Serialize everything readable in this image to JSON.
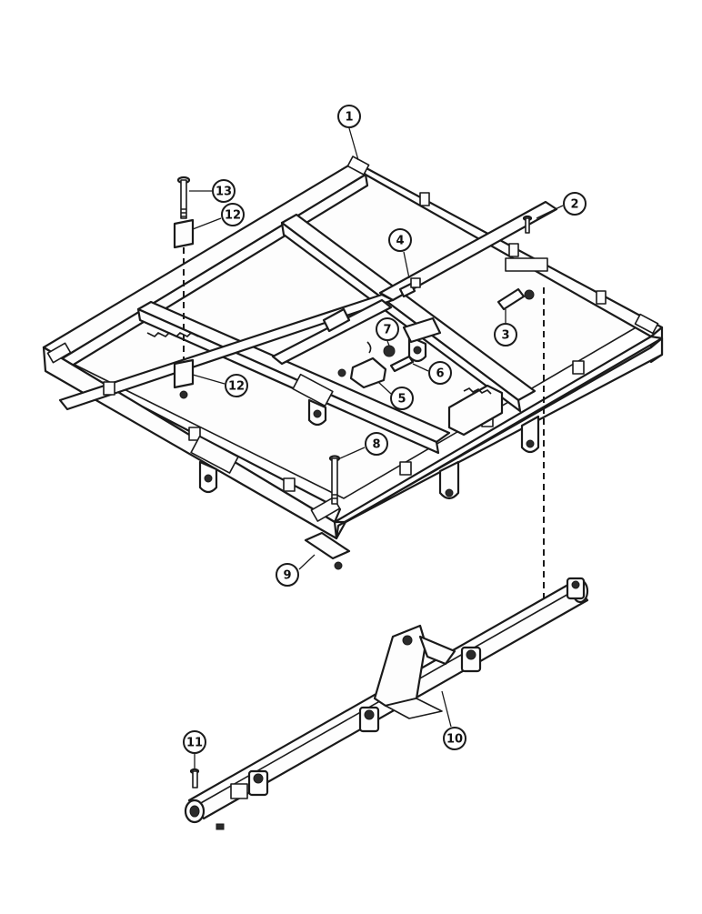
{
  "diagram": {
    "callouts": [
      {
        "id": "c1",
        "label": "1"
      },
      {
        "id": "c2",
        "label": "2"
      },
      {
        "id": "c3",
        "label": "3"
      },
      {
        "id": "c4",
        "label": "4"
      },
      {
        "id": "c5",
        "label": "5"
      },
      {
        "id": "c6",
        "label": "6"
      },
      {
        "id": "c7",
        "label": "7"
      },
      {
        "id": "c8",
        "label": "8"
      },
      {
        "id": "c9",
        "label": "9"
      },
      {
        "id": "c10",
        "label": "10"
      },
      {
        "id": "c11",
        "label": "11"
      },
      {
        "id": "c12a",
        "label": "12"
      },
      {
        "id": "c12b",
        "label": "12"
      },
      {
        "id": "c13",
        "label": "13"
      }
    ]
  }
}
